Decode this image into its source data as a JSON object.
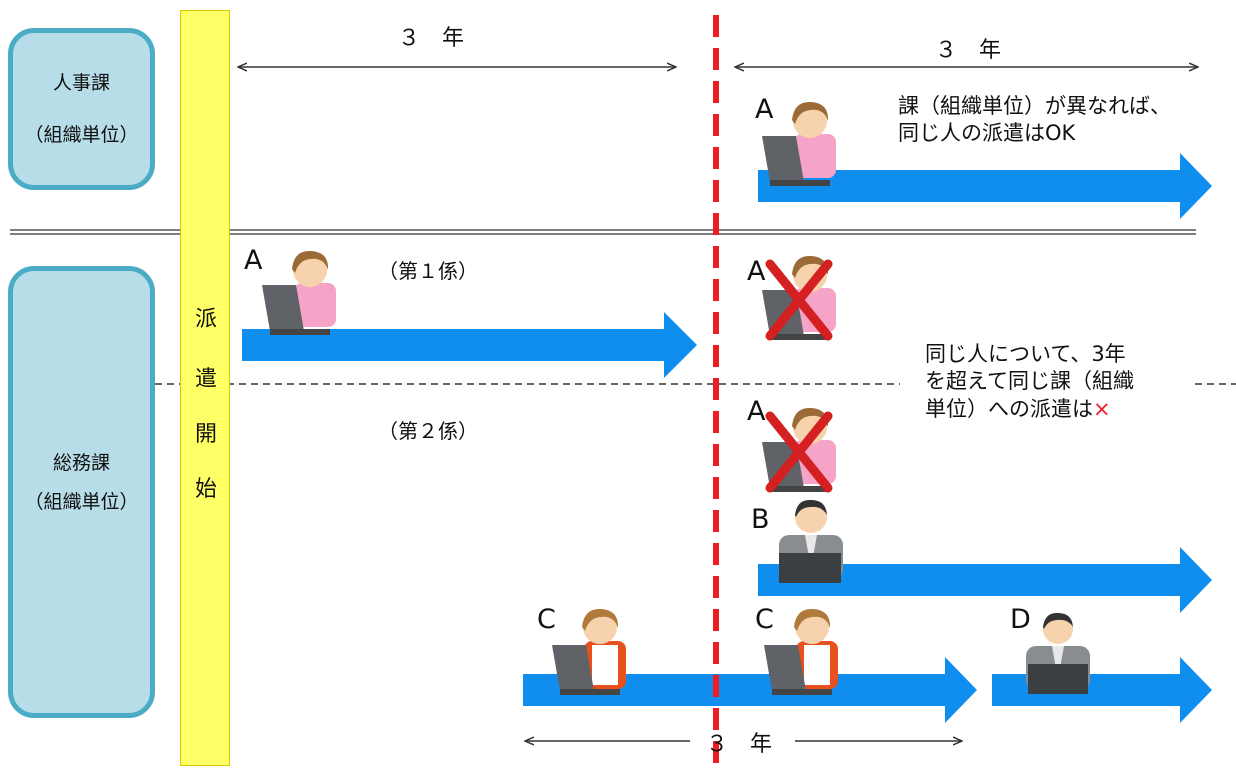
{
  "departments": {
    "jinji": {
      "name": "人事課",
      "unit": "（組織単位）"
    },
    "somu": {
      "name": "総務課",
      "unit": "（組織単位）"
    }
  },
  "dispatch_start": [
    "派",
    "遣",
    "開",
    "始"
  ],
  "spans": {
    "top_left": "３　年",
    "top_right": "３　年",
    "bottom": "３　年"
  },
  "sections": {
    "first": "（第１係）",
    "second": "（第２係）"
  },
  "persons": {
    "a1": "A",
    "a2": "A",
    "a3": "A",
    "a4": "A",
    "b": "B",
    "c1": "C",
    "c2": "C",
    "d": "D"
  },
  "notes": {
    "ok_line1": "課（組織単位）が異なれば、",
    "ok_line2": "同じ人の派遣はOK",
    "ng_line1": "同じ人について、3年",
    "ng_line2": "を超えて同じ課（組織",
    "ng_line3": "単位）への派遣は",
    "ng_mark": "×"
  },
  "colors": {
    "arrow": "#0f8ef0",
    "deadline": "#ee1c25",
    "dept_fill": "#b7dde8",
    "dept_border": "#4bacc6",
    "start_bar": "#ffff66",
    "cross": "#d42020"
  }
}
